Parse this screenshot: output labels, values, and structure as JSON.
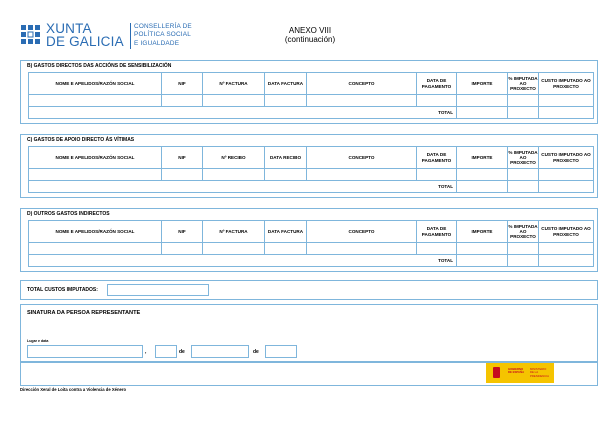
{
  "header": {
    "logo_line1": "XUNTA",
    "logo_line2": "DE GALICIA",
    "conselleria_line1": "CONSELLERÍA DE",
    "conselleria_line2": "POLÍTICA SOCIAL",
    "conselleria_line3": "E IGUALDADE",
    "annex_title": "ANEXO VIII",
    "annex_subtitle": "(continuación)"
  },
  "section_b": {
    "title": "B) GASTOS DIRECTOS DAS ACCIÓNS DE SENSIBILIZACIÓN",
    "columns": [
      "NOME E APELIDOS/RAZÓN SOCIAL",
      "NIF",
      "Nº FACTURA",
      "DATA FACTURA",
      "CONCEPTO",
      "DATA DE PAGAMENTO",
      "IMPORTE",
      "% IMPUTADA AO PROXECTO",
      "CUSTO IMPUTADO AO PROXECTO"
    ],
    "total_label": "TOTAL"
  },
  "section_c": {
    "title": "C) GASTOS DE APOIO DIRECTO ÁS VÍTIMAS",
    "columns": [
      "NOME E APELIDOS/RAZÓN SOCIAL",
      "NIF",
      "Nº RECIBO",
      "DATA RECIBO",
      "CONCEPTO",
      "DATA DE PAGAMENTO",
      "IMPORTE",
      "% IMPUTADA AO PROXECTO",
      "CUSTO IMPUTADO AO PROXECTO"
    ],
    "total_label": "TOTAL"
  },
  "section_d": {
    "title": "D) OUTROS GASTOS INDIRECTOS",
    "columns": [
      "NOME E APELIDOS/RAZÓN SOCIAL",
      "NIF",
      "Nº FACTURA",
      "DATA FACTURA",
      "CONCEPTO",
      "DATA DE PAGAMENTO",
      "IMPORTE",
      "% IMPUTADA AO PROXECTO",
      "CUSTO IMPUTADO AO PROXECTO"
    ],
    "total_label": "TOTAL"
  },
  "total_costs": {
    "label": "TOTAL CUSTOS IMPUTADOS:",
    "value": ""
  },
  "signature": {
    "title": "SINATURA DA PERSOA REPRESENTANTE",
    "place_date_label": "Lugar e data",
    "comma": ",",
    "de1": "de",
    "de2": "de",
    "place": "",
    "day": "",
    "month": "",
    "year": ""
  },
  "gov_logo": {
    "line1": "GOBIERNO",
    "line2": "DE ESPAÑA",
    "line3": "MINISTERIO",
    "line4": "DE LA PRESIDENCIA"
  },
  "footer": {
    "text": "Dirección Xeral de Loita contra a Violencia de Xénero"
  },
  "colors": {
    "brand_blue": "#2a6cb3",
    "border_blue": "#7fb6dc",
    "gov_yellow": "#f5c400",
    "gov_red": "#c60b1e"
  }
}
